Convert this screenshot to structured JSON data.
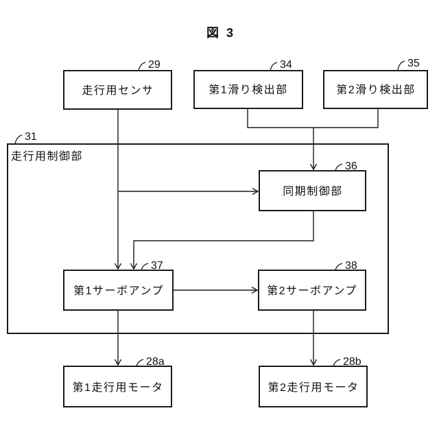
{
  "diagram": {
    "title": "図 3",
    "container": {
      "id": "31",
      "label": "走行用制御部"
    },
    "boxes": [
      {
        "id": "29",
        "label": "走行用センサ"
      },
      {
        "id": "34",
        "label": "第1滑り検出部"
      },
      {
        "id": "35",
        "label": "第2滑り検出部"
      },
      {
        "id": "36",
        "label": "同期制御部"
      },
      {
        "id": "37",
        "label": "第1サーボアンプ"
      },
      {
        "id": "38",
        "label": "第2サーボアンプ"
      },
      {
        "id": "28a",
        "label": "第1走行用モータ"
      },
      {
        "id": "28b",
        "label": "第2走行用モータ"
      }
    ],
    "colors": {
      "line": "#1a1a1a",
      "background": "#ffffff"
    }
  }
}
